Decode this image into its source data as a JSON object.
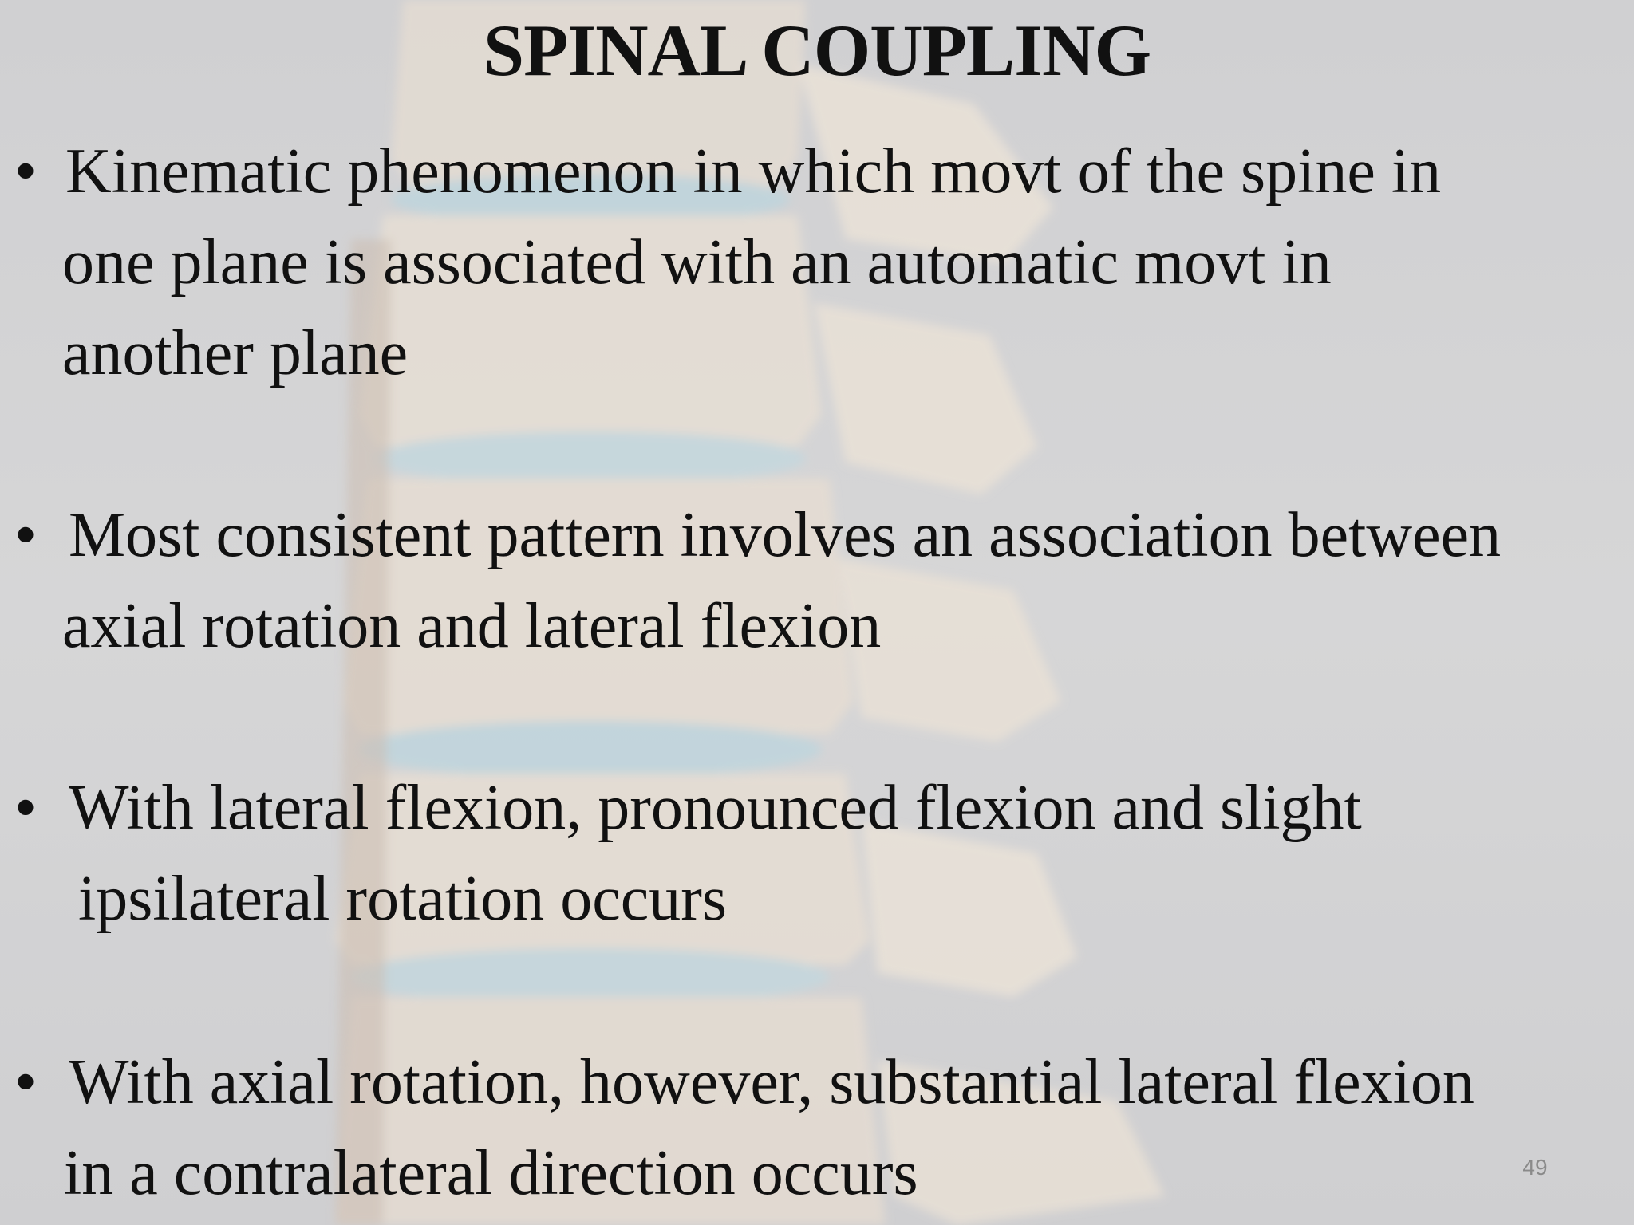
{
  "slide": {
    "title": "SPINAL COUPLING",
    "bullets": [
      {
        "lines": [
          "Kinematic phenomenon in which movt of the spine in",
          "one plane is associated with an automatic movt in",
          "another  plane"
        ]
      },
      {
        "lines": [
          "Most consistent pattern involves an association between",
          "axial rotation and lateral flexion"
        ]
      },
      {
        "lines": [
          "With lateral flexion, pronounced flexion and slight",
          " ipsilateral rotation occurs"
        ]
      },
      {
        "lines": [
          "With axial rotation, however, substantial lateral flexion",
          "in a contralateral direction occurs"
        ]
      }
    ],
    "bullet_symbol": "•",
    "page_number": "49",
    "background_image": "faded-spine-vertebrae-illustration"
  },
  "colors": {
    "background": "#d3d3d4",
    "text": "#111111",
    "page_number": "#8a8a8a",
    "vertebra": "#eadfd2",
    "disc": "#b9d3dc"
  }
}
